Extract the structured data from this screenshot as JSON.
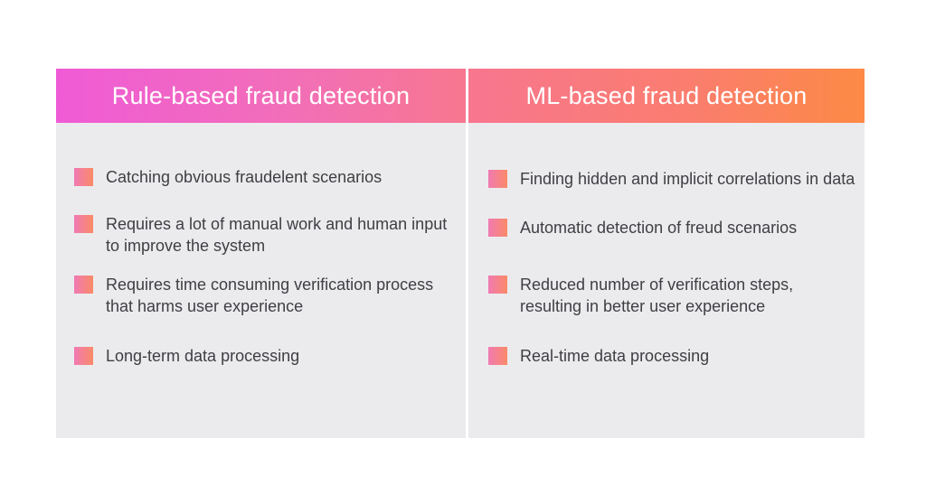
{
  "columns": {
    "left": {
      "title": "Rule-based fraud detection",
      "items": [
        "Catching obvious fraudelent scenarios",
        "Requires a lot of manual work and human input to improve the system",
        "Requires time consuming verification process that harms user experience",
        "Long-term data processing"
      ]
    },
    "right": {
      "title": "ML-based fraud detection",
      "items": [
        "Finding hidden and implicit correlations in data",
        "Automatic detection of freud scenarios",
        "Reduced number of verification steps, resulting in better user experience",
        "Real-time data processing"
      ]
    }
  },
  "colors": {
    "left_header_start": "#ef5bd6",
    "right_header_end": "#fd8a45",
    "panel_background": "#ebebee",
    "text": "#3f3f43"
  }
}
